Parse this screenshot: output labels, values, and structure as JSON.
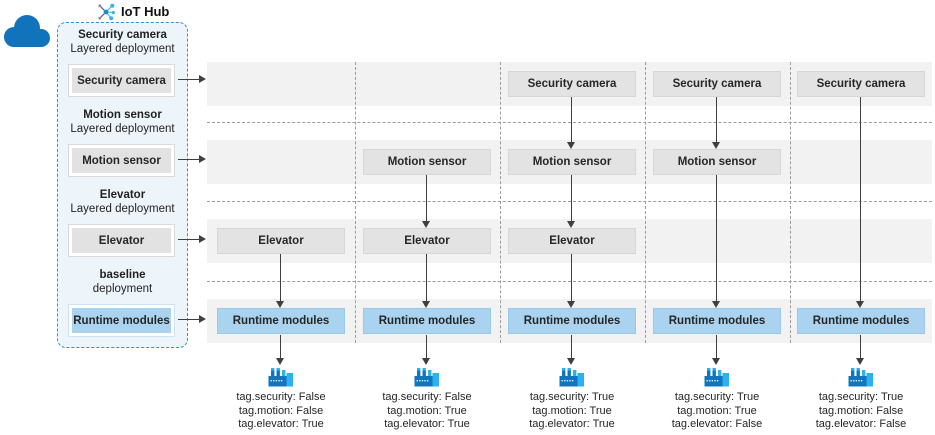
{
  "iot_hub": {
    "label": "IoT Hub"
  },
  "icons": {
    "cloud": "solid-blue-cloud",
    "iot_hub": "network-nodes-with-arrows",
    "factory": "blue-factory-building"
  },
  "colors": {
    "panel_dash_blue": "#3092d4",
    "panel_bg": "#edf5fb",
    "cloud_blue": "#1173bc",
    "module_gray": "#e3e3e3",
    "module_blue": "#a9d3ee",
    "row_band_gray": "#f2f2f2",
    "arrow_dark": "#3f3f3f",
    "factory_dark_blue": "#1174bd",
    "factory_light_blue": "#2db1ee"
  },
  "left_panel": {
    "deployments": [
      {
        "title": "Security camera",
        "subtitle": "Layered deployment",
        "module": "Security camera"
      },
      {
        "title": "Motion sensor",
        "subtitle": "Layered deployment",
        "module": "Motion sensor"
      },
      {
        "title": "Elevator",
        "subtitle": "Layered deployment",
        "module": "Elevator"
      },
      {
        "title": "baseline",
        "subtitle": "deployment",
        "module": "Runtime modules"
      }
    ]
  },
  "columns": [
    {
      "modules": {
        "elevator": "Elevator",
        "runtime": "Runtime modules"
      },
      "tags": [
        "tag.security: False",
        "tag.motion: False",
        "tag.elevator: True"
      ]
    },
    {
      "modules": {
        "motion": "Motion sensor",
        "elevator": "Elevator",
        "runtime": "Runtime modules"
      },
      "tags": [
        "tag.security: False",
        "tag.motion: True",
        "tag.elevator: True"
      ]
    },
    {
      "modules": {
        "security": "Security camera",
        "motion": "Motion sensor",
        "elevator": "Elevator",
        "runtime": "Runtime modules"
      },
      "tags": [
        "tag.security: True",
        "tag.motion: True",
        "tag.elevator: True"
      ]
    },
    {
      "modules": {
        "security": "Security camera",
        "motion": "Motion sensor",
        "runtime": "Runtime modules"
      },
      "tags": [
        "tag.security: True",
        "tag.motion: True",
        "tag.elevator: False"
      ]
    },
    {
      "modules": {
        "security": "Security camera",
        "runtime": "Runtime modules"
      },
      "tags": [
        "tag.security: True",
        "tag.motion: False",
        "tag.elevator: False"
      ]
    }
  ]
}
